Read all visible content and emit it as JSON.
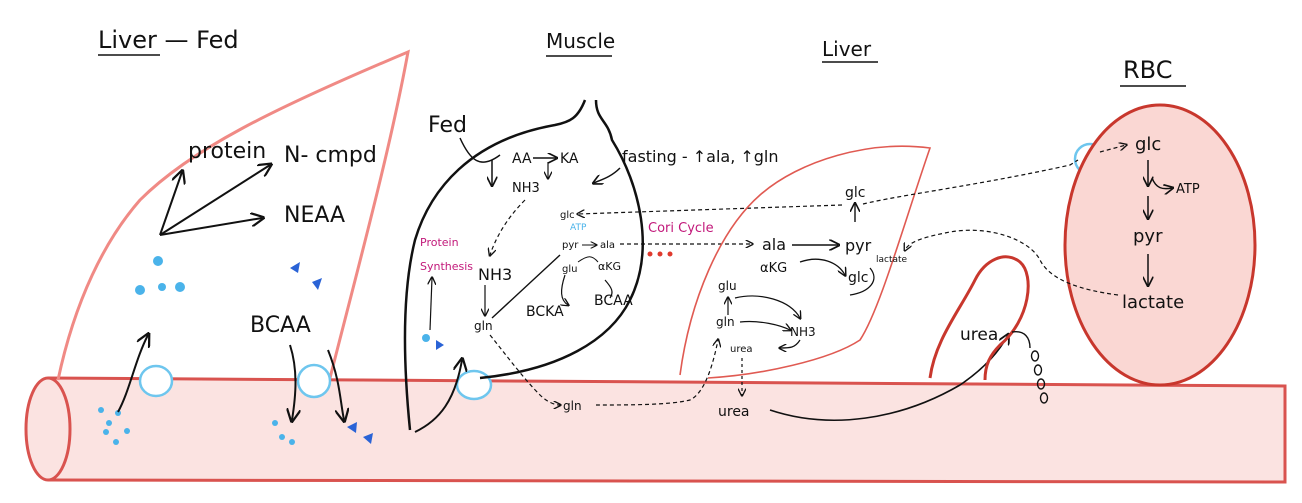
{
  "colors": {
    "ink": "#111111",
    "vessel_stroke": "#d9534f",
    "vessel_fill": "#fbe3e1",
    "liver_stroke": "#f08a85",
    "liver2_stroke": "#e05a52",
    "rbc_stroke": "#c8372d",
    "rbc_fill": "#fad7d3",
    "transporter": "#6ec6ee",
    "dot_light": "#4ab3ea",
    "dot_dark": "#2a63d6",
    "magenta": "#c2187a",
    "atp_cyan": "#4ab3ea",
    "cori_red": "#e03a2e"
  },
  "headings": {
    "liver_fed": "Liver — Fed",
    "muscle": "Muscle",
    "liver": "Liver",
    "rbc": "RBC"
  },
  "liver_fed": {
    "protein": "protein",
    "n_cmpd": "N- cmpd",
    "neaa": "NEAA",
    "bcaa": "BCAA"
  },
  "muscle": {
    "fed": "Fed",
    "fasting": "fasting - ↑ala, ↑gln",
    "aa": "AA",
    "ka": "KA",
    "nh3_top": "NH3",
    "glc": "glc",
    "atp": "ATP",
    "pyr": "pyr",
    "ala": "ala",
    "glu": "glu",
    "akg": "αKG",
    "nh3_mid": "NH3",
    "bcka": "BCKA",
    "bcaa": "BCAA",
    "gln": "gln",
    "protein_synthesis_1": "Protein",
    "protein_synthesis_2": "Synthesis"
  },
  "cori": {
    "label": "Cori Cycle"
  },
  "liver_fast": {
    "glc": "glc",
    "ala": "ala",
    "pyr": "pyr",
    "lactate": "lactate",
    "akg": "αKG",
    "glc2": "glc",
    "glu": "glu",
    "gln": "gln",
    "nh3": "NH3",
    "urea_small": "urea",
    "gln_blood": "gln",
    "urea_blood": "urea"
  },
  "kidney": {
    "urea": "urea"
  },
  "rbc": {
    "glc": "glc",
    "atp": "ATP",
    "pyr": "pyr",
    "lactate": "lactate"
  },
  "icons": {
    "transporter": "transporter-circle-icon",
    "arrow": "arrow-icon",
    "dot": "molecule-dot-icon",
    "triangle": "molecule-triangle-icon",
    "urine_drops": "urine-drops-icon"
  }
}
